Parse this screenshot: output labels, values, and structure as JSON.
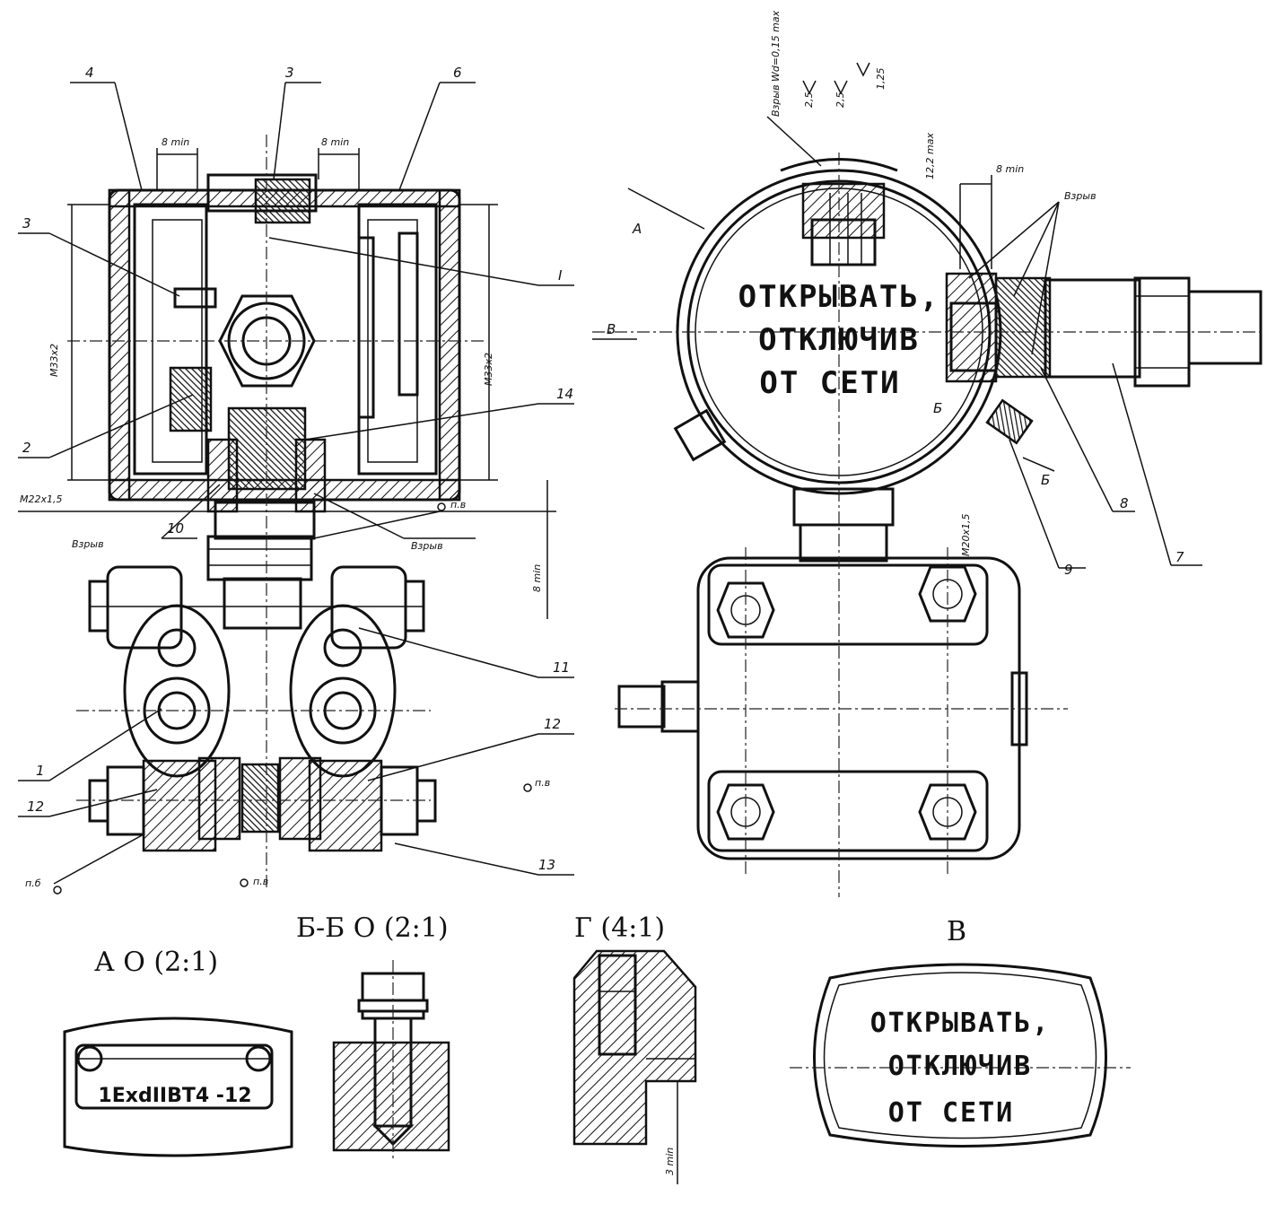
{
  "callouts": {
    "c1": "1",
    "c2": "2",
    "c3a": "3",
    "c3b": "3",
    "c4": "4",
    "c6": "6",
    "c7": "7",
    "c8": "8",
    "c9": "9",
    "c10": "10",
    "c11": "11",
    "c12a": "12",
    "c12b": "12",
    "c13": "13",
    "c14": "14",
    "cI": "I",
    "cA": "A",
    "cB": "B",
    "cBsec": "Б",
    "cBsec2": "Б"
  },
  "notes": {
    "vzryv": "Взрыв",
    "min8": "8 min",
    "pv": "п.в",
    "pb": "п.б",
    "thread_m22": "M22x1,5",
    "thread_m20": "M20x1,5",
    "thread_m33": "M33x2",
    "thread_m33b": "M33x2",
    "dim_12": "12,2 max",
    "dim_3min": "3 min",
    "zazor": "Взрыв Wd=0,15 max",
    "rough1": "2,5",
    "rough2": "2,5",
    "rough3": "1,25"
  },
  "warning_text": [
    "ОТКРЫВАТЬ,",
    "ОТКЛЮЧИВ",
    "ОТ СЕТИ"
  ],
  "views": {
    "a_title": "А О (2:1)",
    "bb_title": "Б-Б О (2:1)",
    "g_title": "Г (4:1)",
    "v_title": "В"
  },
  "nameplate": "1ExdIIBT4 -12"
}
